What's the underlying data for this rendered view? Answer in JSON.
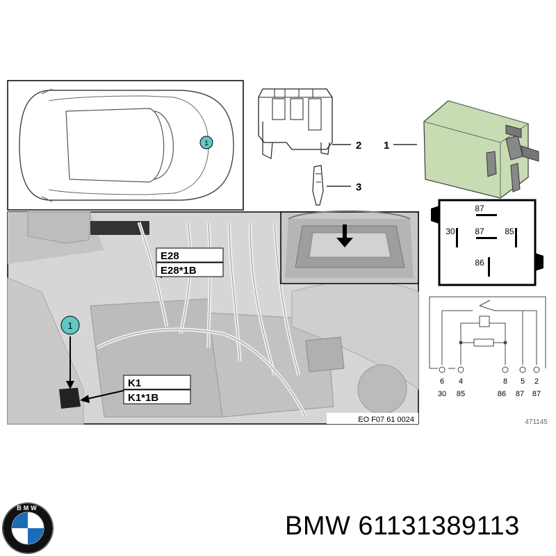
{
  "car_view": {
    "callout": "1"
  },
  "parts": {
    "holder_callout": "2",
    "terminal_callout": "3",
    "relay_callout": "1"
  },
  "install_photo": {
    "label_top_1": "E28",
    "label_top_2": "E28*1B",
    "label_bottom_1": "K1",
    "label_bottom_2": "K1*1B",
    "callout": "1",
    "ref_code": "EO F07 61 0024"
  },
  "pinout": {
    "top": "87",
    "left": "30",
    "center": "87",
    "right": "85",
    "bottom": "86"
  },
  "schematic": {
    "pins": [
      {
        "num": "6",
        "term": "30"
      },
      {
        "num": "4",
        "term": "85"
      },
      {
        "num": "8",
        "term": "86"
      },
      {
        "num": "5",
        "term": "87"
      },
      {
        "num": "2",
        "term": "87"
      }
    ],
    "ref": "471145"
  },
  "footer": {
    "brand": "BMW",
    "part_number": "61131389113",
    "text": "BMW 61131389113"
  },
  "colors": {
    "relay_body": "#c8dcb4",
    "callout_fill": "#5fc9c4",
    "photo_bg": "#d6d6d6"
  }
}
